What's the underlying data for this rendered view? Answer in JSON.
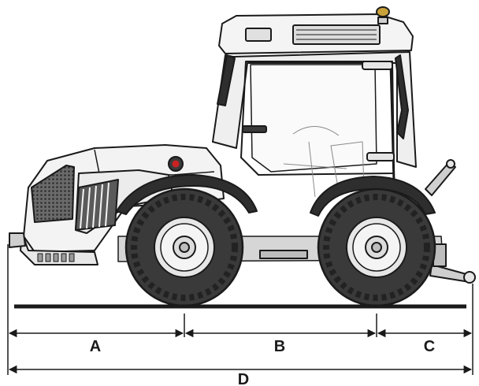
{
  "diagram": {
    "dimension_labels": {
      "a": "A",
      "b": "B",
      "c": "C",
      "d": "D"
    },
    "colors": {
      "outline": "#1a1a1a",
      "body_fill": "#f2f2f2",
      "grille_fill": "#5a5a5a",
      "tire_fill": "#3a3a3a",
      "tire_tread": "#222222",
      "rim_fill": "#e6e6e6",
      "ground": "#1a1a1a",
      "beacon": "#c9a23a",
      "light_red": "#cc2222"
    }
  }
}
